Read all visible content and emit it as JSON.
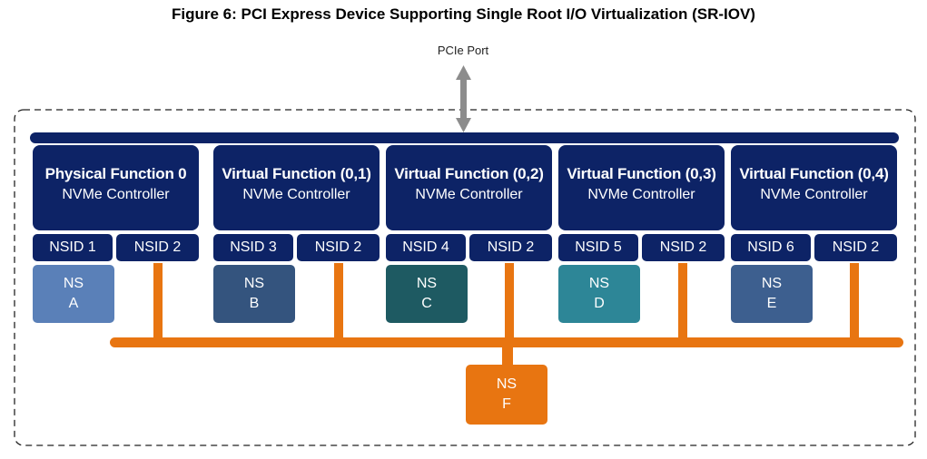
{
  "title": "Figure 6: PCI Express Device Supporting Single Root I/O Virtualization (SR-IOV)",
  "port_label": "PCIe Port",
  "functions": [
    {
      "title": "Physical Function 0",
      "subtitle": "NVMe Controller",
      "nsid_a": "NSID 1",
      "nsid_b": "NSID 2",
      "ns_top": "NS",
      "ns_bottom": "A",
      "ns_color": "#5a80b8"
    },
    {
      "title": "Virtual Function (0,1)",
      "subtitle": "NVMe Controller",
      "nsid_a": "NSID 3",
      "nsid_b": "NSID 2",
      "ns_top": "NS",
      "ns_bottom": "B",
      "ns_color": "#34547e"
    },
    {
      "title": "Virtual Function (0,2)",
      "subtitle": "NVMe Controller",
      "nsid_a": "NSID 4",
      "nsid_b": "NSID 2",
      "ns_top": "NS",
      "ns_bottom": "C",
      "ns_color": "#1e5a62"
    },
    {
      "title": "Virtual Function (0,3)",
      "subtitle": "NVMe Controller",
      "nsid_a": "NSID 5",
      "nsid_b": "NSID 2",
      "ns_top": "NS",
      "ns_bottom": "D",
      "ns_color": "#2d8697"
    },
    {
      "title": "Virtual Function (0,4)",
      "subtitle": "NVMe Controller",
      "nsid_a": "NSID 6",
      "nsid_b": "NSID 2",
      "ns_top": "NS",
      "ns_bottom": "E",
      "ns_color": "#3d5f8f"
    }
  ],
  "shared_ns": {
    "top": "NS",
    "bottom": "F"
  },
  "colors": {
    "navy": "#0d2366",
    "orange": "#e87511",
    "arrow": "#8c8c8c"
  }
}
